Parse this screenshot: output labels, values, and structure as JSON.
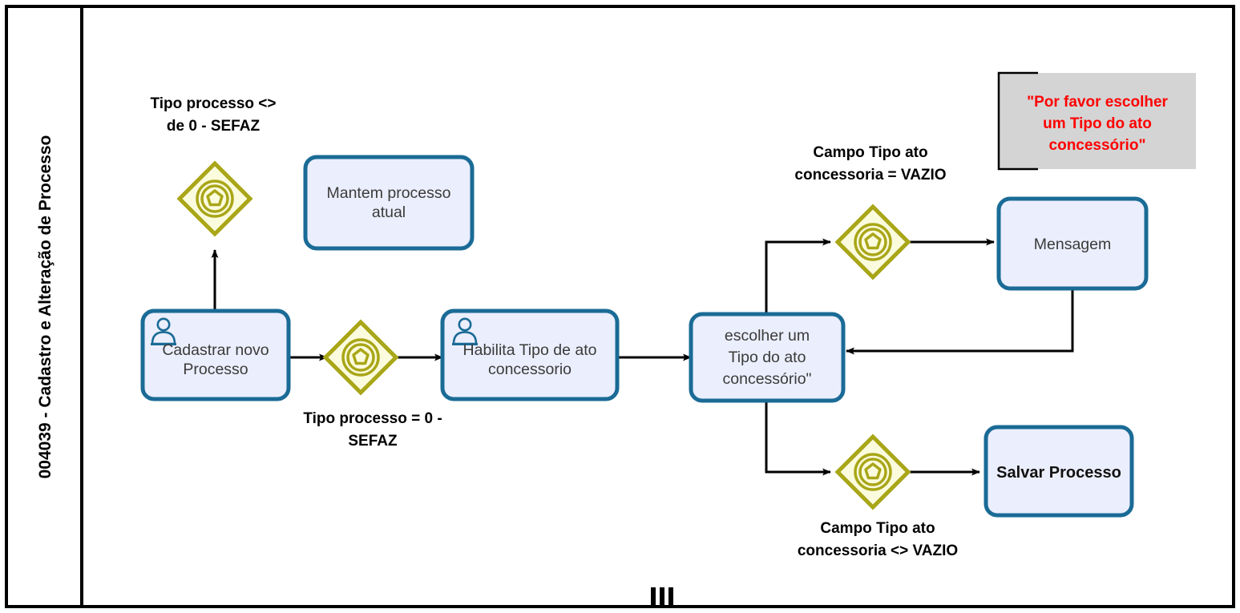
{
  "pool": {
    "lane_title": "004039 - Cadastro e Alteração de Processo"
  },
  "tasks": [
    {
      "id": "cadastrar-novo-processo",
      "name": "task-cadastrar-novo-processo",
      "lines": [
        "Cadastrar  novo",
        "Processo"
      ],
      "icon": "user-task-icon",
      "bold": false
    },
    {
      "id": "mantem-processo-atual",
      "name": "task-mantem-processo-atual",
      "lines": [
        "Mantem processo",
        "atual"
      ],
      "icon": "none",
      "bold": false
    },
    {
      "id": "habilita-tipo-ato",
      "name": "task-habilita-tipo-de-ato-concessorio",
      "lines": [
        "Habilita Tipo de ato",
        "concessorio"
      ],
      "icon": "user-task-icon",
      "bold": false
    },
    {
      "id": "escolher-tipo-ato",
      "name": "task-escolher-um-tipo-do-ato-concessorio",
      "lines": [
        "escolher um",
        "Tipo do ato",
        "concessório\""
      ],
      "icon": "none",
      "bold": false
    },
    {
      "id": "mensagem",
      "name": "task-mensagem",
      "lines": [
        "Mensagem"
      ],
      "icon": "none",
      "bold": false
    },
    {
      "id": "salvar-processo",
      "name": "task-salvar-processo",
      "lines": [
        "Salvar Processo"
      ],
      "icon": "none",
      "bold": true
    }
  ],
  "gateways": [
    {
      "id": "gw-tipo-processo-sefaz",
      "name": "gateway-event-based-tipo-processo",
      "type": "event-based-gateway"
    },
    {
      "id": "gw-tipo-processo-split",
      "name": "gateway-event-based-tipo-processo-split",
      "type": "event-based-gateway"
    },
    {
      "id": "gw-campo-vazio",
      "name": "gateway-event-based-campo-vazio",
      "type": "event-based-gateway"
    },
    {
      "id": "gw-campo-preenchido",
      "name": "gateway-event-based-campo-preenchido",
      "type": "event-based-gateway"
    }
  ],
  "condition_labels": [
    {
      "id": "cond-tipo-diff-0",
      "name": "condition-label-tipo-processo-diferente-0",
      "lines": [
        "Tipo processo <>",
        "de 0 - SEFAZ"
      ]
    },
    {
      "id": "cond-tipo-igual-0",
      "name": "condition-label-tipo-processo-igual-0",
      "lines": [
        "Tipo processo  = 0 -",
        "SEFAZ"
      ]
    },
    {
      "id": "cond-campo-vazio",
      "name": "condition-label-campo-vazio",
      "lines": [
        "Campo Tipo ato",
        "concessoria = VAZIO"
      ]
    },
    {
      "id": "cond-campo-nao-vazio",
      "name": "condition-label-campo-nao-vazio",
      "lines": [
        "Campo Tipo ato",
        "concessoria <> VAZIO"
      ]
    }
  ],
  "annotation": {
    "name": "text-annotation-mensagem",
    "lines": [
      "\"Por favor escolher",
      "um Tipo do ato",
      "concessório\""
    ],
    "text_color": "#ff0000",
    "background_color": "#d4d4d4"
  },
  "footer": {
    "marker": "III",
    "marker_name": "subprocess-parallel-marker"
  },
  "colors": {
    "task_fill": "#ebeefc",
    "task_stroke": "#1a6b96",
    "gateway_fill": "#fbfbdd",
    "gateway_stroke": "#a9a618",
    "flow_stroke": "#000000",
    "frame_stroke": "#000000"
  }
}
